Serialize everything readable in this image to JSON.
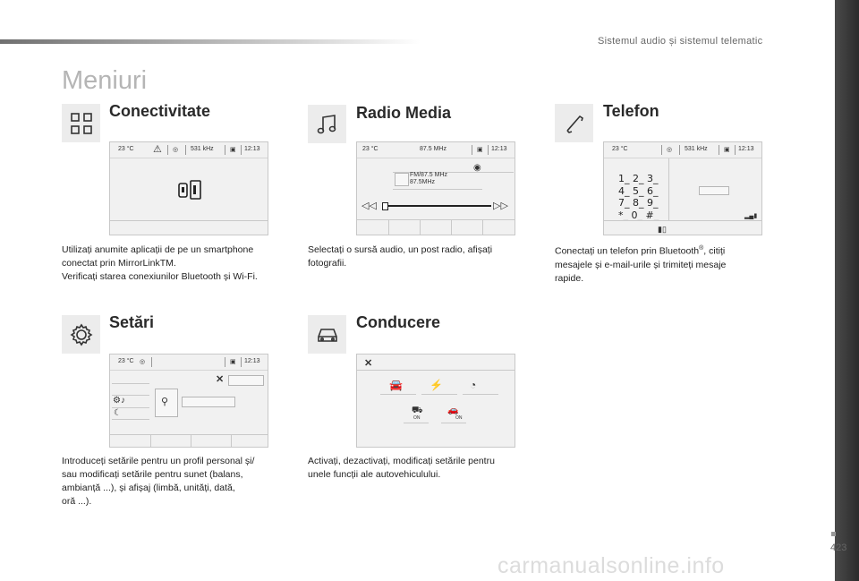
{
  "header": {
    "section": "Sistemul audio și sistemul telematic"
  },
  "page": {
    "title": "Meniuri",
    "number": "423",
    "watermark": "carmanualsonline.info"
  },
  "sections": {
    "connectivity": {
      "title": "Conectivitate",
      "description_lines": [
        "Utilizați anumite aplicații de pe un smartphone",
        "conectat prin MirrorLinkTM.",
        "Verificați starea conexiunilor Bluetooth și Wi-Fi."
      ],
      "screen": {
        "temp": "23 °C",
        "freq": "531 kHz",
        "time": "12:13"
      }
    },
    "radio": {
      "title": "Radio Media",
      "description_lines": [
        "Selectați o sursă audio, un post radio, afișați",
        "fotografii."
      ],
      "screen": {
        "temp": "23 °C",
        "freq": "87.5 MHz",
        "time": "12:13",
        "station_line1": "FM/87.5 MHz",
        "station_line2": "87.5MHz"
      }
    },
    "phone": {
      "title": "Telefon",
      "description_line1_a": "Conectați un telefon prin Bluetooth",
      "description_line1_sup": "®",
      "description_line1_b": ", citiți",
      "description_lines_rest": [
        "mesajele și e-mail-urile și trimiteți mesaje",
        "rapide."
      ],
      "screen": {
        "temp": "23 °C",
        "freq": "531 kHz",
        "time": "12:13",
        "keypad": [
          "1_  2_  3_",
          "4_  5_  6_",
          "7_  8_  9_",
          "*_  0_  #_"
        ]
      }
    },
    "settings": {
      "title": "Setări",
      "description_lines": [
        "Introduceți setările pentru un profil personal și/",
        "sau modificați setările pentru sunet (balans,",
        "ambianță ...), și afișaj (limbă, unități, dată,",
        "oră ...)."
      ],
      "screen": {
        "temp": "23 °C",
        "time": "12:13"
      }
    },
    "driving": {
      "title": "Conducere",
      "description_lines": [
        "Activați, dezactivați, modificați setările pentru",
        "unele funcții ale autovehiculului."
      ],
      "screen": {
        "on_label": "ON"
      }
    }
  },
  "colors": {
    "side_tab": "#333333",
    "icon_bg": "#ececec",
    "screen_bg": "#f1f1f1",
    "title_gray": "#b5b5b5"
  }
}
